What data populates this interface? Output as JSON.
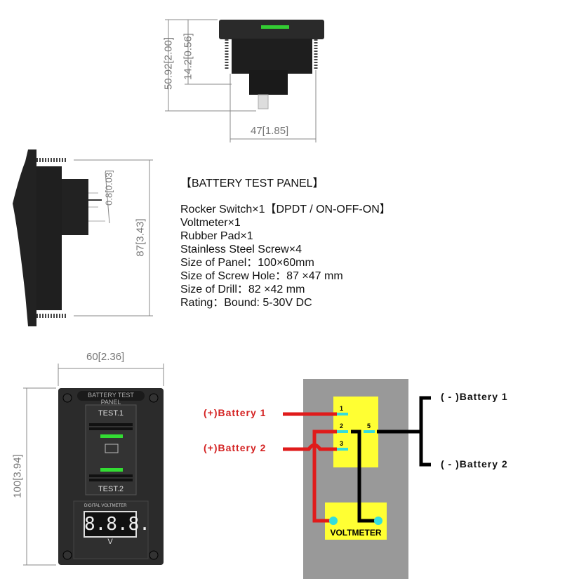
{
  "top_view": {
    "height_dim": "50.92[2.00]",
    "depth_dim": "14.2[0.56]",
    "width_dim": "47[1.85]"
  },
  "side_view": {
    "pin_dim": "0.8[0.03]",
    "screw_dim": "87[3.43]"
  },
  "front_view": {
    "width_dim": "60[2.36]",
    "height_dim": "100[3.94]",
    "panel_label": "BATTERY TEST PANEL",
    "test1": "TEST.1",
    "test2": "TEST.2",
    "meter_label": "DIGITAL VOLTMETER",
    "display": "8.8.8.",
    "unit": "V"
  },
  "spec": {
    "title": "【BATTERY TEST  PANEL】",
    "lines": [
      "Rocker Switch×1【DPDT / ON-OFF-ON】",
      "Voltmeter×1",
      "Rubber Pad×1",
      "Stainless Steel Screw×4",
      "Size of Panel：100×60mm",
      "Size of Screw Hole：87 ×47 mm",
      "Size of Drill：82 ×42 mm",
      "Rating：Bound: 5-30V DC"
    ]
  },
  "wiring": {
    "pos_battery1": "(+)Battery 1",
    "pos_battery2": "(+)Battery 2",
    "neg_battery1": "( - )Battery 1",
    "neg_battery2": "( - )Battery 2",
    "pins": [
      "1",
      "2",
      "3",
      "5"
    ],
    "voltmeter": "VOLTMETER",
    "colors": {
      "positive": "#e01b1b",
      "negative": "#000000",
      "switch": "#ffff33",
      "board": "#999999",
      "terminal": "#33dddd"
    }
  }
}
